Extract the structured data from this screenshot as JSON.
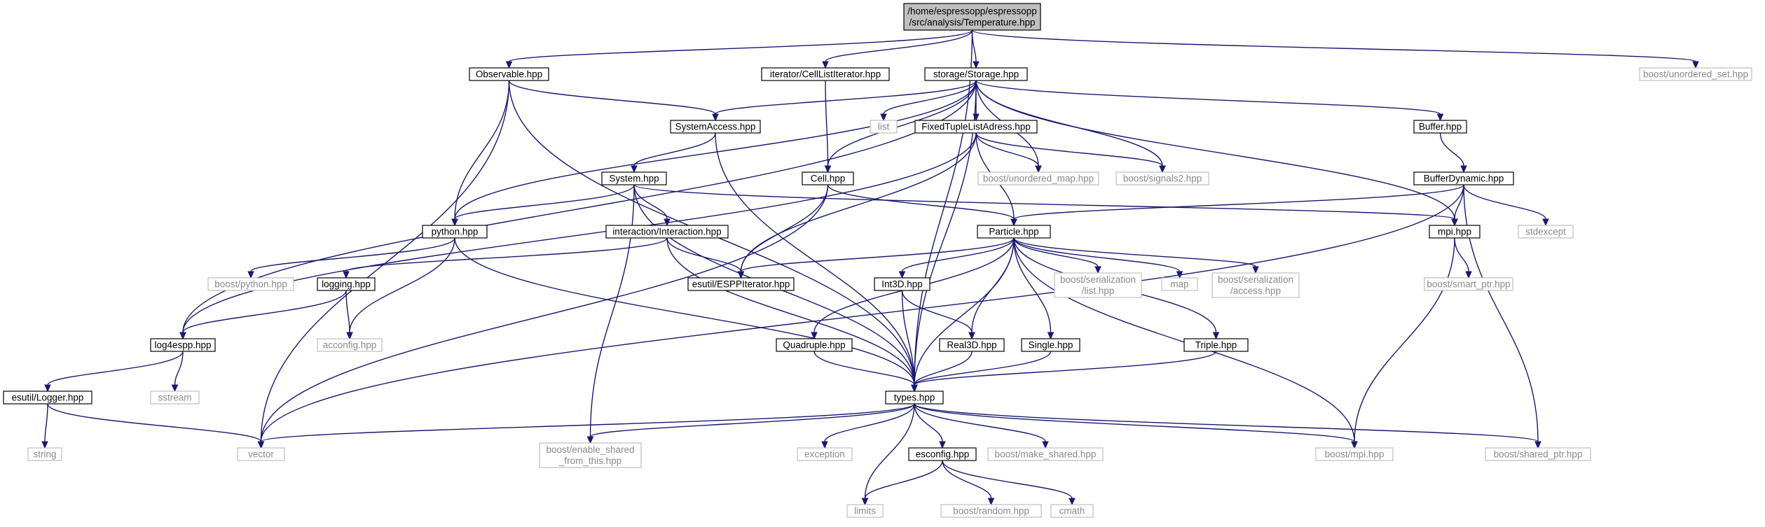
{
  "graph": {
    "colors": {
      "edge": "#191970",
      "root_fill": "#bfbfbf",
      "ext_border": "#bfbfbf",
      "ext_text": "#8a8a8a"
    },
    "nodes": [
      {
        "id": "root",
        "kind": "root",
        "lines": [
          "/home/espressopp/espressopp",
          "/src/analysis/Temperature.hpp"
        ]
      },
      {
        "id": "observable",
        "kind": "doc",
        "lines": [
          "Observable.hpp"
        ]
      },
      {
        "id": "celllistiter",
        "kind": "doc",
        "lines": [
          "iterator/CellListIterator.hpp"
        ]
      },
      {
        "id": "storage",
        "kind": "doc",
        "lines": [
          "storage/Storage.hpp"
        ]
      },
      {
        "id": "unordered_set",
        "kind": "ext",
        "lines": [
          "boost/unordered_set.hpp"
        ]
      },
      {
        "id": "list",
        "kind": "ext",
        "lines": [
          "list"
        ]
      },
      {
        "id": "systemaccess",
        "kind": "doc",
        "lines": [
          "SystemAccess.hpp"
        ]
      },
      {
        "id": "fixedtuple",
        "kind": "doc",
        "lines": [
          "FixedTupleListAdress.hpp"
        ]
      },
      {
        "id": "buffer",
        "kind": "doc",
        "lines": [
          "Buffer.hpp"
        ]
      },
      {
        "id": "system",
        "kind": "doc",
        "lines": [
          "System.hpp"
        ]
      },
      {
        "id": "cell",
        "kind": "doc",
        "lines": [
          "Cell.hpp"
        ]
      },
      {
        "id": "unordered_map",
        "kind": "ext",
        "lines": [
          "boost/unordered_map.hpp"
        ]
      },
      {
        "id": "signals2",
        "kind": "ext",
        "lines": [
          "boost/signals2.hpp"
        ]
      },
      {
        "id": "bufferdynamic",
        "kind": "doc",
        "lines": [
          "BufferDynamic.hpp"
        ]
      },
      {
        "id": "python",
        "kind": "doc",
        "lines": [
          "python.hpp"
        ]
      },
      {
        "id": "interaction",
        "kind": "doc",
        "lines": [
          "interaction/Interaction.hpp"
        ]
      },
      {
        "id": "particle",
        "kind": "doc",
        "lines": [
          "Particle.hpp"
        ]
      },
      {
        "id": "mpi",
        "kind": "doc",
        "lines": [
          "mpi.hpp"
        ]
      },
      {
        "id": "stdexcept",
        "kind": "ext",
        "lines": [
          "stdexcept"
        ]
      },
      {
        "id": "boostpython",
        "kind": "ext",
        "lines": [
          "boost/python.hpp"
        ]
      },
      {
        "id": "logging",
        "kind": "doc",
        "lines": [
          "logging.hpp"
        ]
      },
      {
        "id": "esppiterator",
        "kind": "doc",
        "lines": [
          "esutil/ESPPIterator.hpp"
        ]
      },
      {
        "id": "int3d",
        "kind": "doc",
        "lines": [
          "Int3D.hpp"
        ]
      },
      {
        "id": "ser_list",
        "kind": "ext",
        "lines": [
          "boost/serialization",
          "/list.hpp"
        ]
      },
      {
        "id": "map",
        "kind": "ext",
        "lines": [
          "map"
        ]
      },
      {
        "id": "ser_access",
        "kind": "ext",
        "lines": [
          "boost/serialization",
          "/access.hpp"
        ]
      },
      {
        "id": "smart_ptr",
        "kind": "ext",
        "lines": [
          "boost/smart_ptr.hpp"
        ]
      },
      {
        "id": "log4espp",
        "kind": "doc",
        "lines": [
          "log4espp.hpp"
        ]
      },
      {
        "id": "acconfig",
        "kind": "ext",
        "lines": [
          "acconfig.hpp"
        ]
      },
      {
        "id": "quadruple",
        "kind": "doc",
        "lines": [
          "Quadruple.hpp"
        ]
      },
      {
        "id": "real3d",
        "kind": "doc",
        "lines": [
          "Real3D.hpp"
        ]
      },
      {
        "id": "single",
        "kind": "doc",
        "lines": [
          "Single.hpp"
        ]
      },
      {
        "id": "triple",
        "kind": "doc",
        "lines": [
          "Triple.hpp"
        ]
      },
      {
        "id": "sstream",
        "kind": "ext",
        "lines": [
          "sstream"
        ]
      },
      {
        "id": "types",
        "kind": "doc",
        "lines": [
          "types.hpp"
        ]
      },
      {
        "id": "logger",
        "kind": "doc",
        "lines": [
          "esutil/Logger.hpp"
        ]
      },
      {
        "id": "string",
        "kind": "ext",
        "lines": [
          "string"
        ]
      },
      {
        "id": "vector",
        "kind": "ext",
        "lines": [
          "vector"
        ]
      },
      {
        "id": "enable_shared",
        "kind": "ext",
        "lines": [
          "boost/enable_shared",
          "_from_this.hpp"
        ]
      },
      {
        "id": "exception",
        "kind": "ext",
        "lines": [
          "exception"
        ]
      },
      {
        "id": "esconfig",
        "kind": "doc",
        "lines": [
          "esconfig.hpp"
        ]
      },
      {
        "id": "make_shared",
        "kind": "ext",
        "lines": [
          "boost/make_shared.hpp"
        ]
      },
      {
        "id": "boostmpi",
        "kind": "ext",
        "lines": [
          "boost/mpi.hpp"
        ]
      },
      {
        "id": "shared_ptr",
        "kind": "ext",
        "lines": [
          "boost/shared_ptr.hpp"
        ]
      },
      {
        "id": "limits",
        "kind": "ext",
        "lines": [
          "limits"
        ]
      },
      {
        "id": "random",
        "kind": "ext",
        "lines": [
          "boost/random.hpp"
        ]
      },
      {
        "id": "cmath",
        "kind": "ext",
        "lines": [
          "cmath"
        ]
      }
    ],
    "edges": [
      [
        "root",
        "observable"
      ],
      [
        "root",
        "celllistiter"
      ],
      [
        "root",
        "storage"
      ],
      [
        "root",
        "unordered_set"
      ],
      [
        "root",
        "types"
      ],
      [
        "observable",
        "systemaccess"
      ],
      [
        "observable",
        "python"
      ],
      [
        "observable",
        "types"
      ],
      [
        "observable",
        "vector"
      ],
      [
        "celllistiter",
        "cell"
      ],
      [
        "storage",
        "list"
      ],
      [
        "storage",
        "systemaccess"
      ],
      [
        "storage",
        "fixedtuple"
      ],
      [
        "storage",
        "buffer"
      ],
      [
        "storage",
        "cell"
      ],
      [
        "storage",
        "unordered_map"
      ],
      [
        "storage",
        "signals2"
      ],
      [
        "storage",
        "python"
      ],
      [
        "storage",
        "log4espp"
      ],
      [
        "storage",
        "mpi"
      ],
      [
        "storage",
        "types"
      ],
      [
        "systemaccess",
        "system"
      ],
      [
        "systemaccess",
        "types"
      ],
      [
        "fixedtuple",
        "unordered_map"
      ],
      [
        "fixedtuple",
        "signals2"
      ],
      [
        "fixedtuple",
        "particle"
      ],
      [
        "fixedtuple",
        "esppiterator"
      ],
      [
        "fixedtuple",
        "log4espp"
      ],
      [
        "buffer",
        "bufferdynamic"
      ],
      [
        "bufferdynamic",
        "mpi"
      ],
      [
        "bufferdynamic",
        "stdexcept"
      ],
      [
        "bufferdynamic",
        "particle"
      ],
      [
        "bufferdynamic",
        "shared_ptr"
      ],
      [
        "bufferdynamic",
        "vector"
      ],
      [
        "system",
        "python"
      ],
      [
        "system",
        "interaction"
      ],
      [
        "system",
        "mpi"
      ],
      [
        "system",
        "types"
      ],
      [
        "system",
        "enable_shared"
      ],
      [
        "cell",
        "particle"
      ],
      [
        "cell",
        "esppiterator"
      ],
      [
        "cell",
        "vector"
      ],
      [
        "python",
        "boostpython"
      ],
      [
        "python",
        "acconfig"
      ],
      [
        "python",
        "types"
      ],
      [
        "interaction",
        "logging"
      ],
      [
        "interaction",
        "esppiterator"
      ],
      [
        "interaction",
        "types"
      ],
      [
        "particle",
        "esppiterator"
      ],
      [
        "particle",
        "int3d"
      ],
      [
        "particle",
        "ser_list"
      ],
      [
        "particle",
        "map"
      ],
      [
        "particle",
        "ser_access"
      ],
      [
        "particle",
        "quadruple"
      ],
      [
        "particle",
        "real3d"
      ],
      [
        "particle",
        "single"
      ],
      [
        "particle",
        "triple"
      ],
      [
        "particle",
        "types"
      ],
      [
        "particle",
        "boostmpi"
      ],
      [
        "logging",
        "log4espp"
      ],
      [
        "logging",
        "acconfig"
      ],
      [
        "mpi",
        "smart_ptr"
      ],
      [
        "mpi",
        "boostmpi"
      ],
      [
        "int3d",
        "real3d"
      ],
      [
        "int3d",
        "types"
      ],
      [
        "log4espp",
        "logger"
      ],
      [
        "log4espp",
        "sstream"
      ],
      [
        "quadruple",
        "types"
      ],
      [
        "real3d",
        "types"
      ],
      [
        "single",
        "types"
      ],
      [
        "triple",
        "types"
      ],
      [
        "logger",
        "string"
      ],
      [
        "logger",
        "vector"
      ],
      [
        "types",
        "vector"
      ],
      [
        "types",
        "enable_shared"
      ],
      [
        "types",
        "exception"
      ],
      [
        "types",
        "esconfig"
      ],
      [
        "types",
        "make_shared"
      ],
      [
        "types",
        "boostmpi"
      ],
      [
        "types",
        "shared_ptr"
      ],
      [
        "types",
        "limits"
      ],
      [
        "esconfig",
        "limits"
      ],
      [
        "esconfig",
        "random"
      ],
      [
        "esconfig",
        "cmath"
      ]
    ]
  }
}
